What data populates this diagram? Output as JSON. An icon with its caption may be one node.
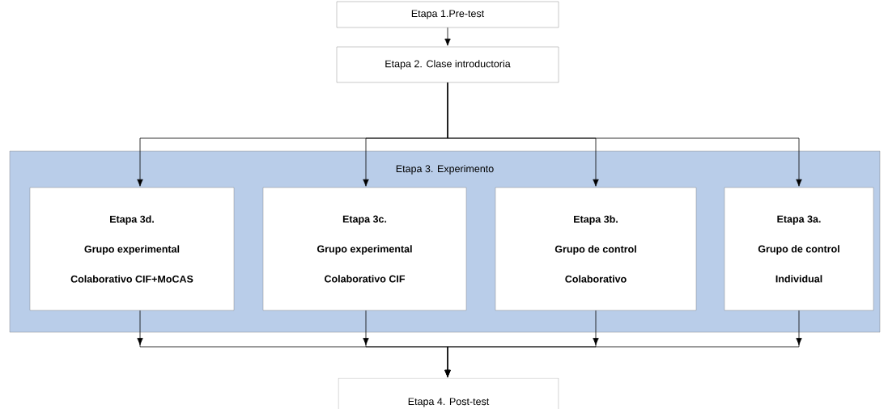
{
  "diagram": {
    "nodes": [
      {
        "text": [
          "Etapa 1.Pre-test"
        ]
      },
      {
        "text": [
          "Etapa 2. Clase introductoria"
        ]
      },
      {
        "text": [
          "Etapa 3. Experimento"
        ]
      },
      {
        "text": [
          "Etapa 3d.",
          "Grupo experimental",
          "Colaborativo CIF+MoCAS"
        ],
        "in": 2
      },
      {
        "text": [
          "Etapa 3c.",
          "Grupo experimental",
          "Colaborativo CIF"
        ],
        "in": 2
      },
      {
        "text": [
          "Etapa 3b.",
          "Grupo de control",
          "Colaborativo"
        ],
        "in": 2
      },
      {
        "text": [
          "Etapa 3a.",
          "Grupo de control",
          "Individual"
        ],
        "in": 2
      },
      {
        "text": [
          "Etapa  4. Post-test"
        ]
      }
    ],
    "edges": [
      {
        "from": 0,
        "to": 1,
        "arrow": "to"
      },
      {
        "from": 1,
        "to": 3,
        "arrow": "to"
      },
      {
        "from": 1,
        "to": 4,
        "arrow": "to"
      },
      {
        "from": 1,
        "to": 5,
        "arrow": "to"
      },
      {
        "from": 1,
        "to": 6,
        "arrow": "to"
      },
      {
        "from": 3,
        "to": 7,
        "arrow": "to"
      },
      {
        "from": 4,
        "to": 7,
        "arrow": "to"
      },
      {
        "from": 5,
        "to": 7,
        "arrow": "to"
      },
      {
        "from": 6,
        "to": 7,
        "arrow": "to"
      }
    ]
  }
}
